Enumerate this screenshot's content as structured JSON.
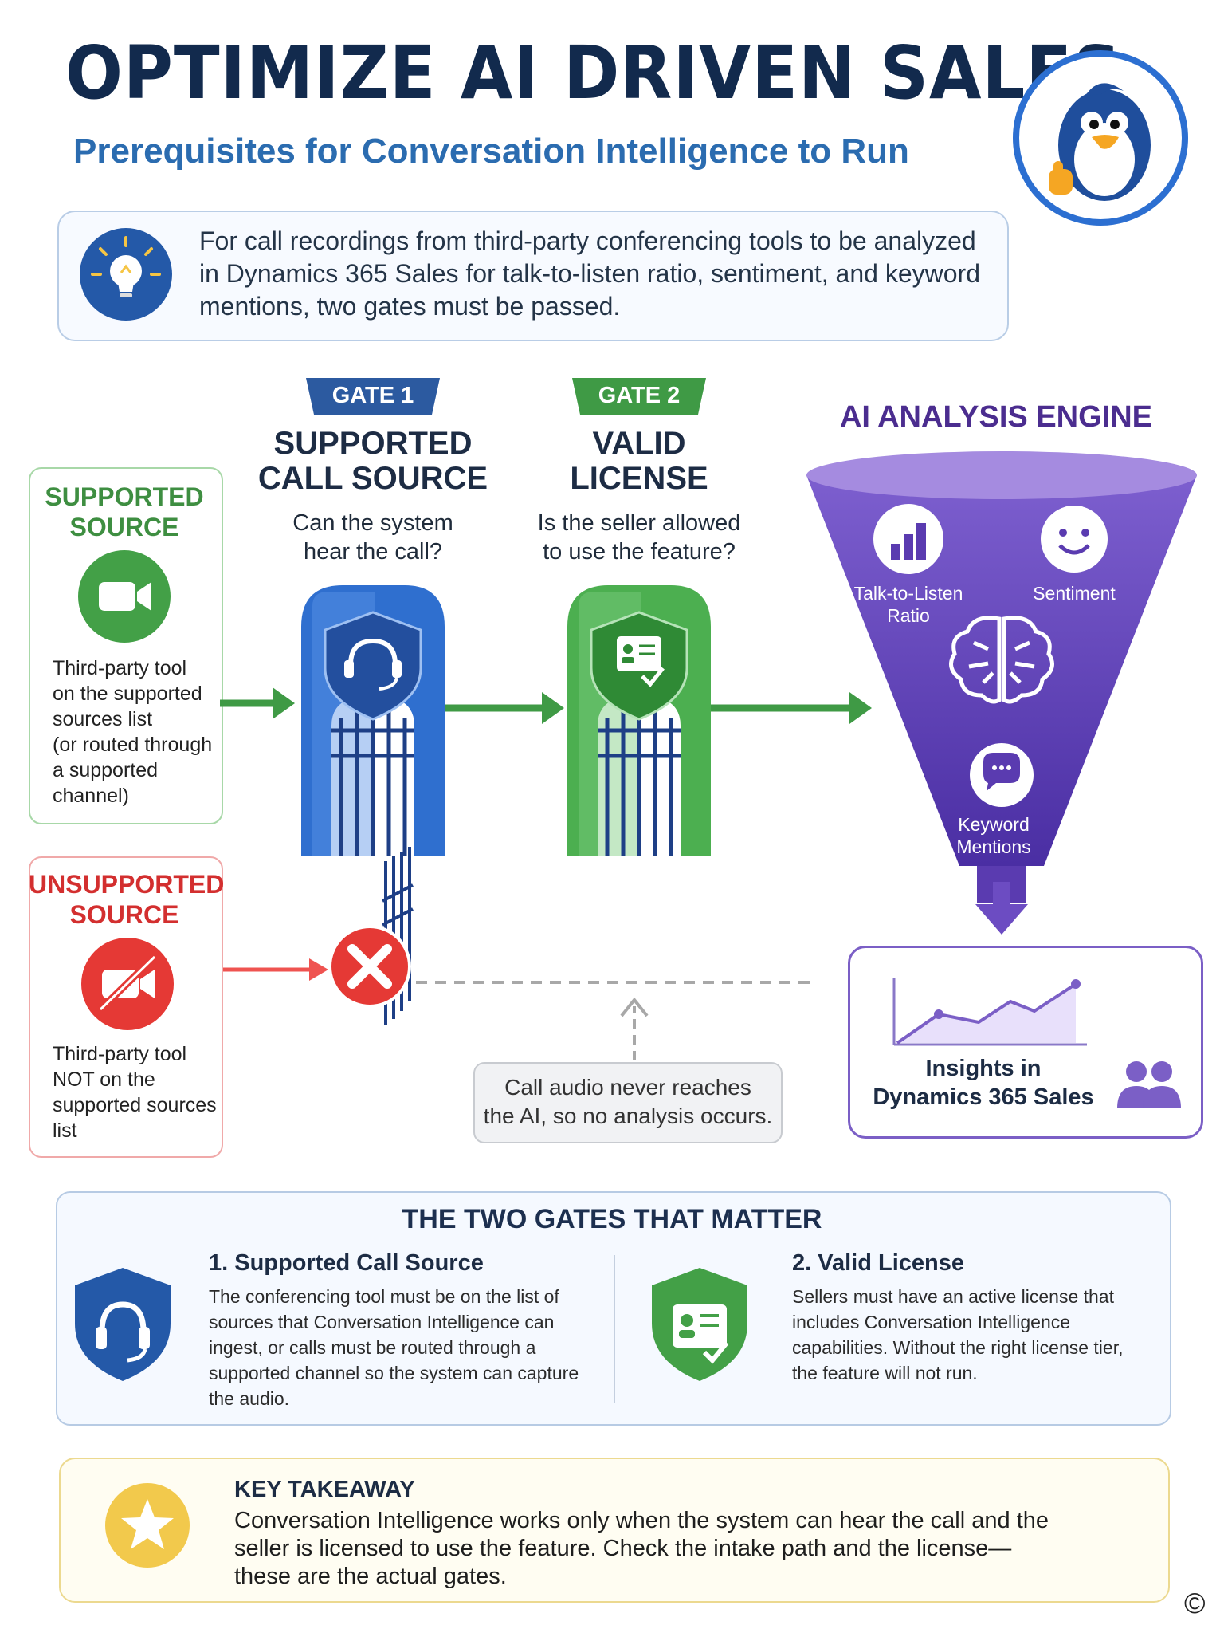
{
  "header": {
    "title": "OPTIMIZE AI DRIVEN SALES",
    "subtitle": "Prerequisites for Conversation Intelligence to Run"
  },
  "intro": {
    "text": "For call recordings from third-party conferencing tools to be analyzed in Dynamics 365 Sales for talk-to-listen ratio, sentiment, and keyword mentions, two gates must be passed."
  },
  "gate1": {
    "tag": "GATE 1",
    "title_line1": "SUPPORTED",
    "title_line2": "CALL SOURCE",
    "q_line1": "Can the system",
    "q_line2": "hear the call?"
  },
  "gate2": {
    "tag": "GATE 2",
    "title_line1": "VALID",
    "title_line2": "LICENSE",
    "q_line1": "Is the seller allowed",
    "q_line2": "to use the feature?"
  },
  "supported": {
    "title_line1": "SUPPORTED",
    "title_line2": "SOURCE",
    "desc": [
      "Third-party tool",
      "on the supported",
      "sources list",
      "(or routed through",
      "a supported",
      "channel)"
    ]
  },
  "unsupported": {
    "title_line1": "UNSUPPORTED",
    "title_line2": "SOURCE",
    "desc": [
      "Third-party tool",
      "NOT on the",
      "supported sources",
      "list"
    ]
  },
  "engine": {
    "title": "AI ANALYSIS ENGINE",
    "talk_line1": "Talk-to-Listen",
    "talk_line2": "Ratio",
    "sentiment": "Sentiment",
    "kw_line1": "Keyword",
    "kw_line2": "Mentions"
  },
  "note": {
    "line1": "Call audio never reaches",
    "line2": "the AI, so no analysis occurs."
  },
  "insights": {
    "line1": "Insights in",
    "line2": "Dynamics 365 Sales"
  },
  "gates_summary": {
    "heading": "THE TWO GATES THAT MATTER",
    "g1_title": "1. Supported Call Source",
    "g1_desc": "The conferencing tool must be on the list of sources that Conversation Intelligence can ingest, or calls must be routed through a supported channel so the system can capture the audio.",
    "g2_title": "2. Valid License",
    "g2_desc": "Sellers must have an active license that includes Conversation Intelligence capabilities. Without the right license tier, the feature will not run."
  },
  "takeaway": {
    "title": "KEY TAKEAWAY",
    "text": "Conversation Intelligence works only when the system can hear the call and the seller is licensed to use the feature. Check the intake path and the license—these are the actual gates."
  },
  "footer": {
    "copyright": "©"
  },
  "colors": {
    "navy": "#122a4d",
    "blue": "#2b6cb0",
    "gate_blue": "#2f6fcf",
    "gate_green": "#4caf50",
    "red": "#e53935",
    "purple": "#7b5fc6",
    "gold": "#f2c94c"
  }
}
